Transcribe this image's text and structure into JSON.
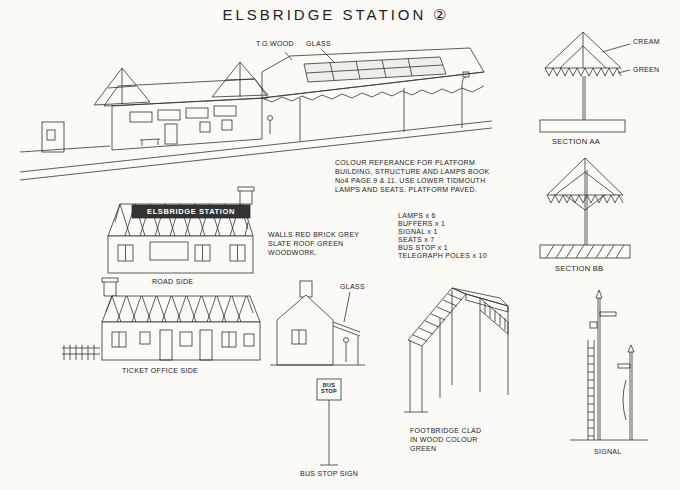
{
  "diagram": {
    "title": "ELSBRIDGE STATION ②",
    "labels": [
      "T.G.WOOD",
      "GLASS",
      "CREAM",
      "GREEN",
      "SECTION AA",
      "COLOUR REFERANCE FOR PLATFORM BUILDING, STRUCTURE AND LAMPS BOOK No4 PAGE 9 & 11. USE LOWER TIDMOUTH LAMPS AND SEATS. PLATFORM PAVED.",
      "LAMPS x 6",
      "BUFFERS x 1",
      "SIGNAL x 1",
      "SEATS x 7",
      "BUS STOP x 1",
      "TELEGRAPH POLES x 10",
      "SECTION BB",
      "ELSBRIDGE STATION",
      "WALLS RED BRICK GREY SLATE ROOF GREEN WOODWORK.",
      "ROAD SIDE",
      "TICKET OFFICE SIDE",
      "GLASS",
      "BUS STOP",
      "BUS STOP SIGN",
      "FOOTBRIDGE CLAD IN WOOD COLOUR GREEN",
      "SIGNAL"
    ]
  }
}
